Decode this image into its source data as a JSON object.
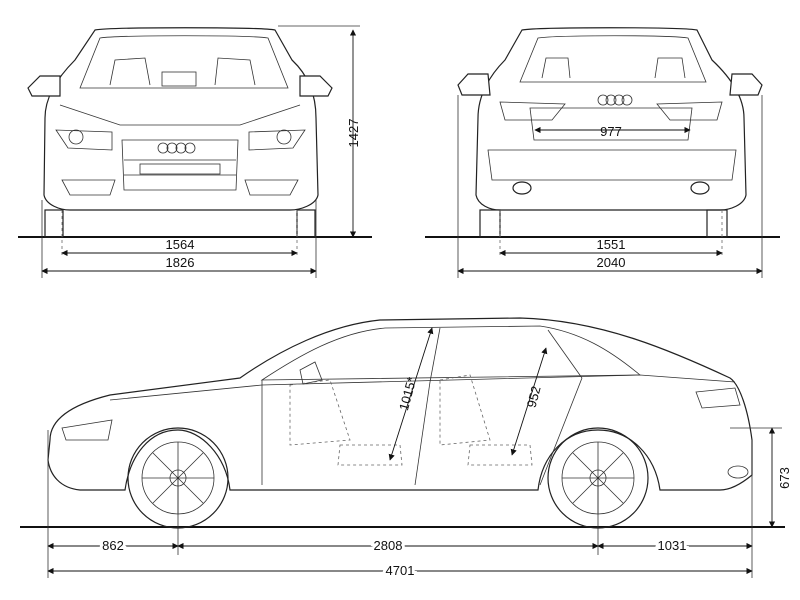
{
  "front_view": {
    "height": "1427",
    "track": "1564",
    "width": "1826"
  },
  "rear_view": {
    "track": "1551",
    "width_with_mirrors": "2040",
    "trunk_opening": "977"
  },
  "side_view": {
    "front_overhang": "862",
    "wheelbase": "2808",
    "rear_overhang": "1031",
    "length": "4701",
    "trunk_sill_height": "673",
    "front_headroom": "1015*",
    "rear_headroom": "952"
  }
}
